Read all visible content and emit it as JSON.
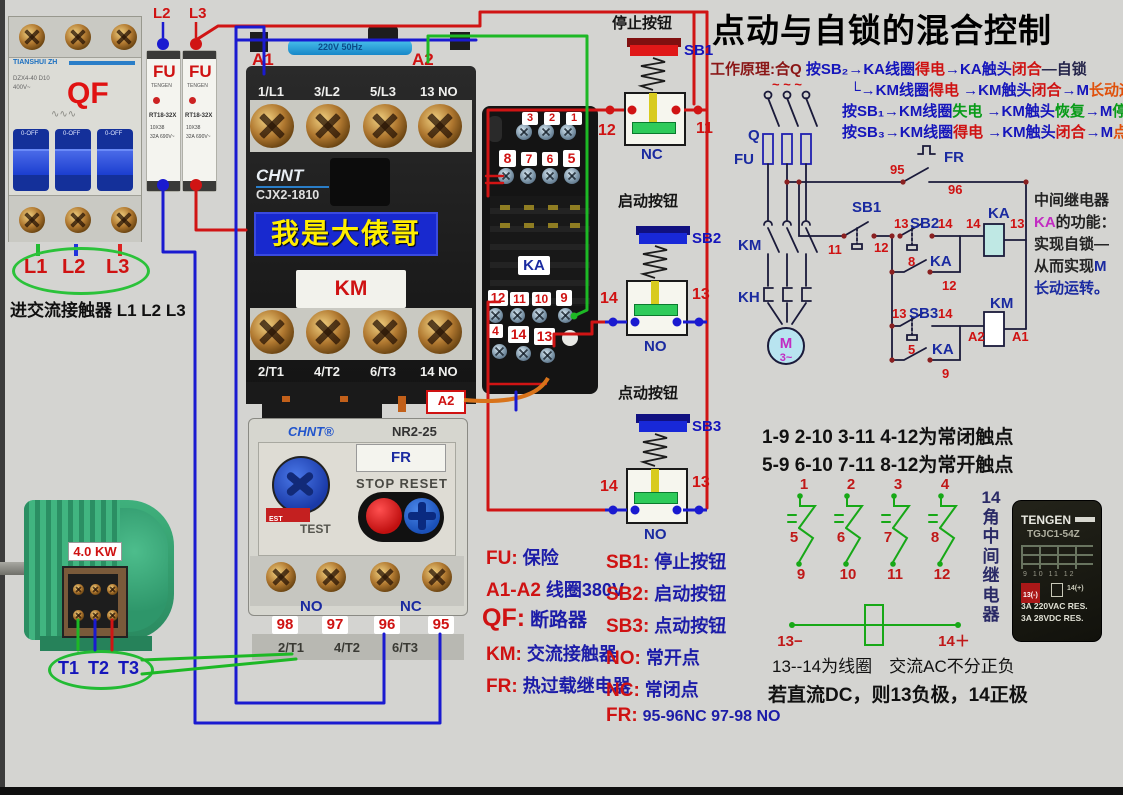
{
  "title": "点动与自锁的混合控制",
  "principle": {
    "lines": [
      {
        "segs": [
          {
            "t": "工作原理:合Q "
          },
          {
            "t": "按SB₂→KA线圈"
          },
          {
            "t": "得电"
          },
          {
            "t": "→KA触头"
          },
          {
            "t": "闭合"
          },
          {
            "t": "—自锁"
          }
        ]
      },
      {
        "segs": [
          {
            "t": "└→KM线圈"
          },
          {
            "t": "得电"
          },
          {
            "t": " →KM触头"
          },
          {
            "t": "闭合"
          },
          {
            "t": "→M"
          },
          {
            "t": "长动运转"
          }
        ]
      },
      {
        "segs": [
          {
            "t": "按SB₁→KM线圈"
          },
          {
            "t": "失电"
          },
          {
            "t": " →KM触头"
          },
          {
            "t": "恢复"
          },
          {
            "t": "→M"
          },
          {
            "t": "停转"
          }
        ]
      },
      {
        "segs": [
          {
            "t": "按SB₃→KM线圈"
          },
          {
            "t": "得电"
          },
          {
            "t": " →KM触头"
          },
          {
            "t": "闭合"
          },
          {
            "t": "→M"
          },
          {
            "t": "点动运转"
          }
        ]
      }
    ]
  },
  "breaker": {
    "brand": "TIANSHUI ZH",
    "spec_lines": "DZX4-40 D10 400V~",
    "qf": "QF",
    "toggle": "0-OFF",
    "phases": [
      "L1",
      "L2",
      "L3"
    ],
    "caption": "进交流接触器 L1 L2 L3"
  },
  "fuses": {
    "top_labels": [
      "L2",
      "L3"
    ],
    "fu": "FU",
    "brand": "TENGEN",
    "model": "RT18-32X",
    "spec1": "10X38",
    "spec2": "32A 690V~"
  },
  "contactor": {
    "strip": "220V 50Hz",
    "a1": "A1",
    "a2": "A2",
    "brand": "CHNT",
    "model": "CJX2-1810",
    "banner": "我是大俵哥",
    "tag": "KM",
    "top_terminals": [
      "1/L1",
      "3/L2",
      "5/L3",
      "13 NO"
    ],
    "bottom_terminals": [
      "2/T1",
      "4/T2",
      "6/T3",
      "14 NO"
    ],
    "a2_bottom": "A2"
  },
  "thermal": {
    "brand": "CHNT®",
    "model": "NR2-25",
    "tag": "FR",
    "stop_reset": "STOP RESET",
    "test": "TEST",
    "test_small": "EST",
    "no": "NO",
    "nc": "NC",
    "terminals": [
      "98",
      "97",
      "96",
      "95"
    ],
    "bottom_terminals": [
      "2/T1",
      "4/T2",
      "6/T3"
    ]
  },
  "socket": {
    "tag": "KA",
    "row_top_small": [
      "3",
      "2",
      "1"
    ],
    "row_top": [
      "8",
      "7",
      "6",
      "5"
    ],
    "row_mid": [
      "12",
      "11",
      "10",
      "9"
    ],
    "row_low": [
      "4",
      "14",
      "13"
    ],
    "a2_box": "A2"
  },
  "motor": {
    "power": "4.0 KW",
    "terminals": [
      "T1",
      "T2",
      "T3"
    ]
  },
  "buttons": [
    {
      "caption": "停止按钮",
      "id": "SB1",
      "left_num": "12",
      "right_num": "11",
      "contact": "NC"
    },
    {
      "caption": "启动按钮",
      "id": "SB2",
      "left_num": "14",
      "right_num": "13",
      "contact": "NO"
    },
    {
      "caption": "点动按钮",
      "id": "SB3",
      "left_num": "14",
      "right_num": "13",
      "contact": "NO"
    }
  ],
  "legend": {
    "left": [
      {
        "code": "FU:",
        "desc": "保险"
      },
      {
        "code": "A1-A2",
        "desc": "线圈380V"
      },
      {
        "code": "QF:",
        "desc": "断路器"
      },
      {
        "code": "KM:",
        "desc": "交流接触器"
      },
      {
        "code": "FR:",
        "desc": "热过载继电器"
      }
    ],
    "right": [
      {
        "code": "SB1:",
        "desc": "停止按钮"
      },
      {
        "code": "SB2:",
        "desc": "启动按钮"
      },
      {
        "code": "SB3:",
        "desc": "点动按钮"
      },
      {
        "code": "NO:",
        "desc": "常开点"
      },
      {
        "code": "NC:",
        "desc": "常闭点"
      },
      {
        "code": "FR:",
        "desc": "95-96NC  97-98 NO"
      }
    ]
  },
  "schematic": {
    "tildes": "~ ~ ~",
    "q": "Q",
    "fu": "FU",
    "km": "KM",
    "kh": "KH",
    "motor": "M",
    "motor_sub": "3~",
    "fr": "FR",
    "n95": "95",
    "n96": "96",
    "sb1": "SB1",
    "n11": "11",
    "n12": "12",
    "n13a": "13",
    "sb2": "SB2",
    "n14a": "14",
    "n14b": "14",
    "ka_coil": "KA",
    "n13b": "13",
    "n8": "8",
    "ka1": "KA",
    "n12b": "12",
    "n13c": "13",
    "sb3": "SB3",
    "n14c": "14",
    "km_coil": "KM",
    "a2": "A2",
    "a1": "A1",
    "n5": "5",
    "ka2": "KA",
    "n9": "9",
    "note_l1": "中间继电器",
    "note_l2a": "KA",
    "note_l2b": "的功能：",
    "note_l3": "实现自锁—",
    "note_l4a": "从而实现",
    "note_l4b": "M",
    "note_l5": "长动运转。"
  },
  "relay_panel": {
    "nc_line": "1-9 2-10 3-11 4-12为常闭触点",
    "no_line": "5-9 6-10 7-11 8-12为常开触点",
    "pins_top": [
      "1",
      "2",
      "3",
      "4"
    ],
    "pins_mid": [
      "5",
      "6",
      "7",
      "8"
    ],
    "pins_bottom": [
      "9",
      "10",
      "11",
      "12"
    ],
    "coil_minus": "13−",
    "coil_plus": "14＋",
    "vertical_label": "14角中间继电器",
    "coil_note": "13--14为线圈　交流AC不分正负",
    "dc_note": "若直流DC，则13负极，14正极",
    "product": {
      "brand": "TENGEN",
      "model": "TGJC1-54Z",
      "pins_row": "9  10  11  12",
      "pin13": "13(-)",
      "pin14": "14(+)",
      "spec1": "3A 220VAC RES.",
      "spec2": "3A 28VDC RES."
    }
  },
  "colors": {
    "wire_red": "#d01414",
    "wire_blue": "#1a1ad0",
    "wire_green": "#1db825",
    "wire_orange": "#d8731a",
    "accent_red": "#cf1212",
    "accent_blue": "#1515bb"
  }
}
